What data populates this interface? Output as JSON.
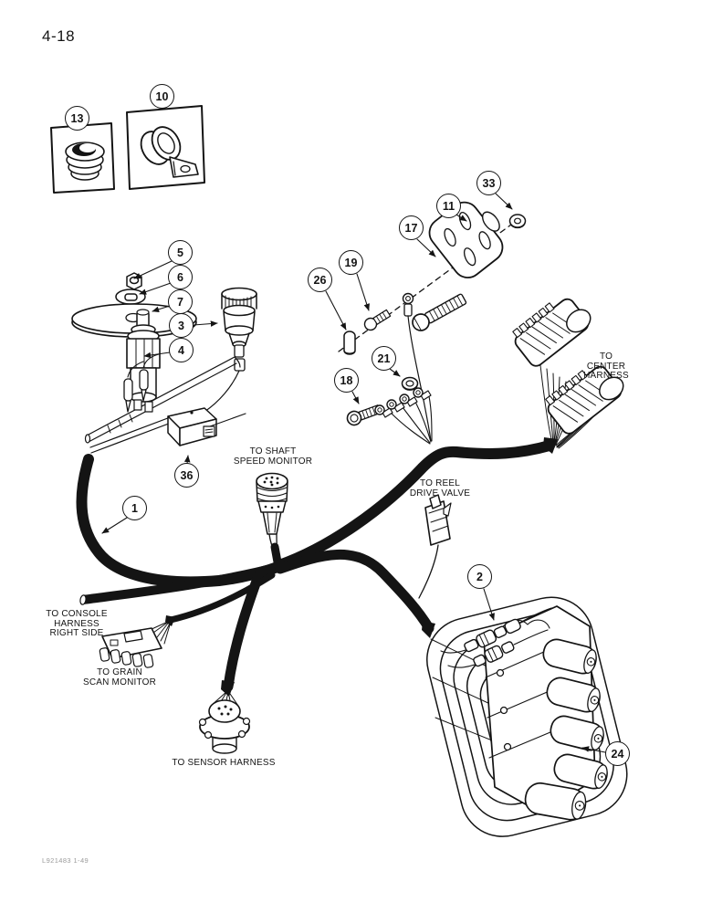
{
  "page": {
    "number": "4-18",
    "footer_code": "L921483 1-49"
  },
  "colors": {
    "ink": "#141414",
    "paper": "#ffffff",
    "footer_gray": "#9b9b9b"
  },
  "callouts": [
    {
      "number": "13"
    },
    {
      "number": "10"
    },
    {
      "number": "5"
    },
    {
      "number": "6"
    },
    {
      "number": "7"
    },
    {
      "number": "3"
    },
    {
      "number": "4"
    },
    {
      "number": "36"
    },
    {
      "number": "1"
    },
    {
      "number": "26"
    },
    {
      "number": "19"
    },
    {
      "number": "17"
    },
    {
      "number": "11"
    },
    {
      "number": "33"
    },
    {
      "number": "18"
    },
    {
      "number": "21"
    },
    {
      "number": "2"
    },
    {
      "number": "24"
    }
  ],
  "harness_labels": [
    {
      "name": "center-harness",
      "lines": [
        "TO",
        "CENTER",
        "HARNESS"
      ]
    },
    {
      "name": "shaft-speed-monitor",
      "lines": [
        "TO SHAFT",
        "SPEED MONITOR"
      ]
    },
    {
      "name": "reel-drive-valve",
      "lines": [
        "TO REEL",
        "DRIVE VALVE"
      ]
    },
    {
      "name": "console-harness-right-side",
      "lines": [
        "TO CONSOLE",
        "HARNESS",
        "RIGHT SIDE"
      ]
    },
    {
      "name": "grain-scan-monitor",
      "lines": [
        "TO GRAIN",
        "SCAN MONITOR"
      ]
    },
    {
      "name": "sensor-harness",
      "lines": [
        "TO SENSOR HARNESS"
      ]
    }
  ]
}
